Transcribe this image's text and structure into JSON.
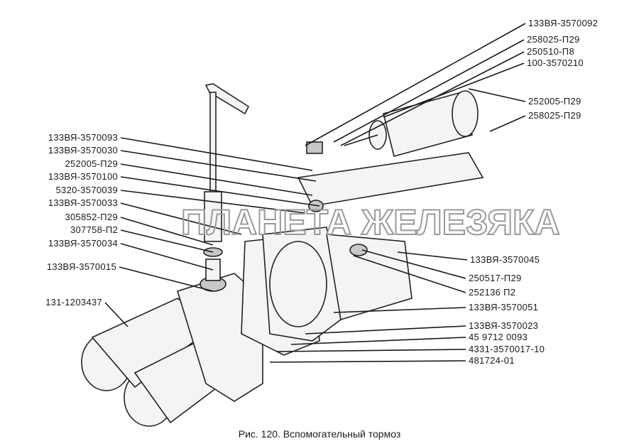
{
  "caption": "Рис. 120. Вспомогательный тормоз",
  "watermark": "ПЛАНЕТА ЖЕЛЕЗЯКА",
  "labels_left": [
    "133ВЯ-3570093",
    "133ВЯ-3570030",
    "252005-П29",
    "133ВЯ-3570100",
    "5320-3570039",
    "133ВЯ-3570033",
    "305852-П29",
    "307758-П2",
    "133ВЯ-3570034",
    "133ВЯ-3570015",
    "131-1203437"
  ],
  "labels_right": [
    "133ВЯ-3570092",
    "258025-П29",
    "250510-П8",
    "100-3570210",
    "252005-П29",
    "258025-П29",
    "133ВЯ-3570045",
    "250517-П29",
    "252136 П2",
    "133ВЯ-3570051",
    "133ВЯ-3570023",
    "45 9712 0093",
    "4331-3570017-10",
    "481724-01"
  ]
}
